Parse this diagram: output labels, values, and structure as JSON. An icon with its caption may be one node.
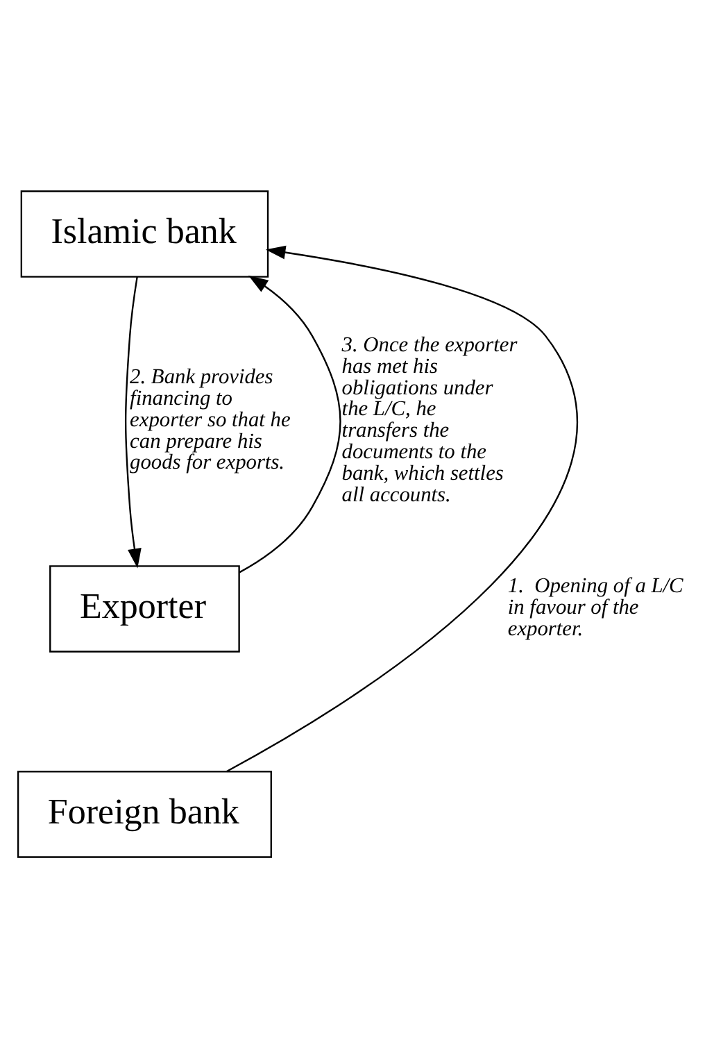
{
  "diagram": {
    "nodes": [
      {
        "text": [
          "Islamic bank"
        ]
      },
      {
        "text": [
          "Exporter"
        ]
      },
      {
        "text": [
          "Foreign bank"
        ]
      }
    ],
    "edges": [
      {
        "from": 2,
        "to": 0,
        "arrow": "to",
        "label": "1.  Opening of a L/C in favour of the exporter."
      },
      {
        "from": 0,
        "to": 1,
        "arrow": "to",
        "label": "2. Bank provides financing to exporter so that he can prepare his goods for exports."
      },
      {
        "from": 1,
        "to": 0,
        "arrow": "to",
        "label": "3. Once the exporter has met his obligations under the L/C, he transfers the documents to the bank, which settles all accounts."
      }
    ]
  }
}
